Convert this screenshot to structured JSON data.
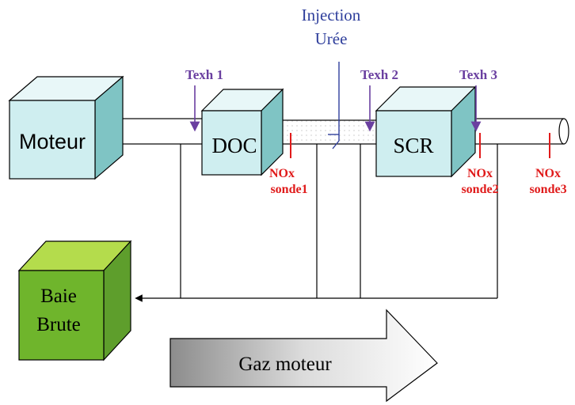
{
  "boxes": {
    "moteur": "Moteur",
    "doc": "DOC",
    "scr": "SCR",
    "baie_line1": "Baie",
    "baie_line2": "Brute"
  },
  "injection": {
    "line1": "Injection",
    "line2": "Urée"
  },
  "temperatures": {
    "texh1": "Texh 1",
    "texh2": "Texh 2",
    "texh3": "Texh 3"
  },
  "sensors": {
    "s1_line1": "NOx",
    "s1_line2": "sonde1",
    "s2_line1": "NOx",
    "s2_line2": "sonde2",
    "s3_line1": "NOx",
    "s3_line2": "sonde3"
  },
  "flow_arrow": "Gaz moteur",
  "colors": {
    "box_blue_front": "#cfeef0",
    "box_blue_side": "#7fc4c4",
    "box_green_front": "#6fb52c",
    "box_green_top": "#b4dc4c",
    "texh_purple": "#6a3fa0",
    "injection_blue": "#2f3f9c",
    "nox_red": "#e01b1b"
  }
}
